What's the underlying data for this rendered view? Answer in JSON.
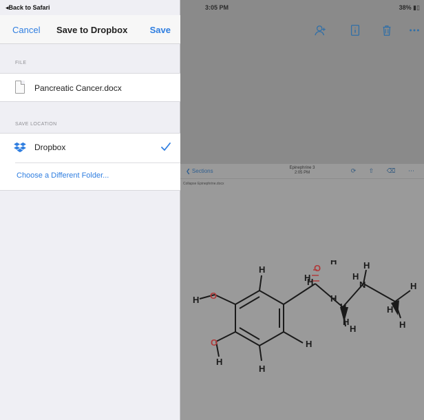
{
  "status": {
    "back_to_app": "◂Back to Safari",
    "time": "3:05 PM",
    "battery": "38% ▮▯"
  },
  "sheet": {
    "nav": {
      "cancel": "Cancel",
      "title": "Save to Dropbox",
      "save": "Save"
    },
    "file_section": {
      "header": "FILE",
      "file_name": "Pancreatic Cancer.docx"
    },
    "location_section": {
      "header": "SAVE LOCATION",
      "location_name": "Dropbox",
      "choose_folder": "Choose a Different Folder..."
    }
  },
  "background_app": {
    "toolbar_icons": [
      "add-person-icon",
      "document-info-icon",
      "trash-icon",
      "more-icon"
    ],
    "doc_back": "❮ Sections",
    "doc_title_line1": "Epinephrine 3",
    "doc_title_line2": "2:05 PM",
    "doc_sub": "Collapse     Epinephrine.docx",
    "doc_icons": "⟳ ⇧ ⌫ ⋯",
    "molecule_atoms": [
      "H",
      "O",
      "H",
      "H",
      "O",
      "H",
      "H",
      "H",
      "H",
      "N",
      "H",
      "H",
      "H",
      "H",
      "H",
      "H",
      "H",
      "H",
      "O",
      "H",
      "H"
    ],
    "accent": "#2f6fa8",
    "oxygen_color": "#b03a3a"
  },
  "colors": {
    "ios_blue": "#2f7ee0",
    "sheet_bg": "#efeff4"
  }
}
